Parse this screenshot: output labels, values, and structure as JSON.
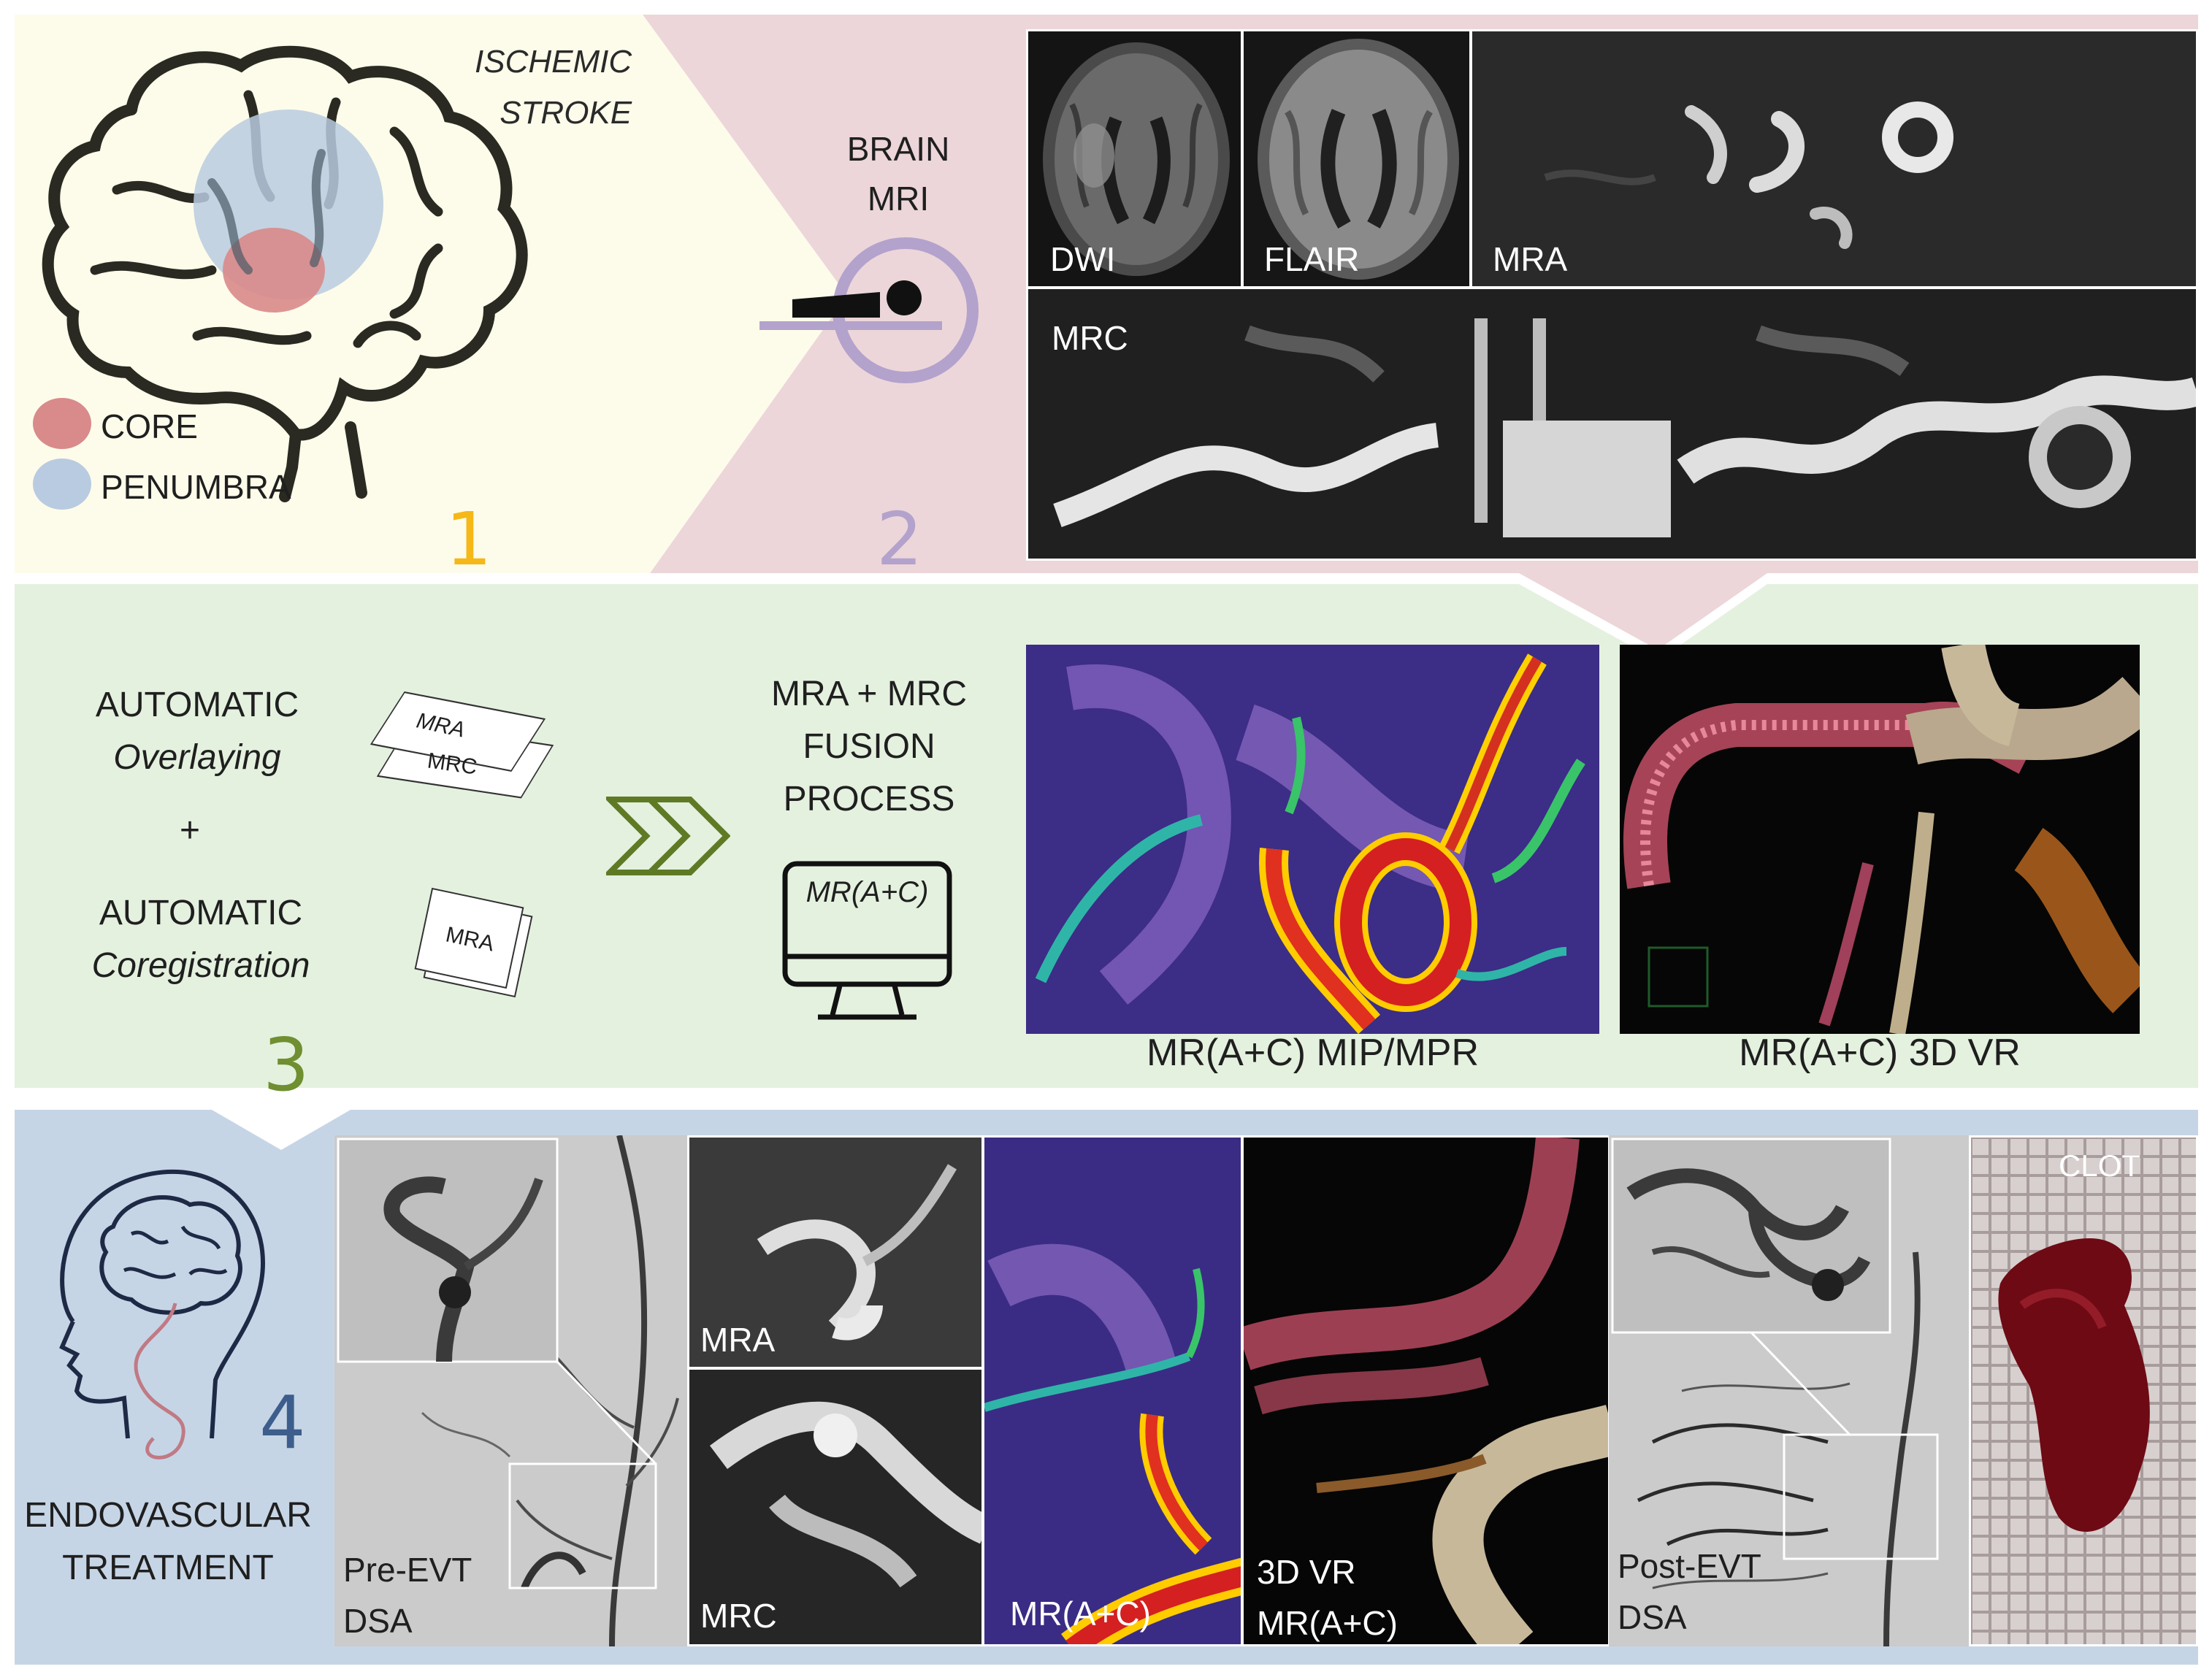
{
  "stage1": {
    "number": "1",
    "title_line1": "ISCHEMIC",
    "title_line2": "STROKE",
    "legend": [
      {
        "label": "CORE",
        "color": "#d98a8a"
      },
      {
        "label": "PENUMBRA",
        "color": "#b9cbe0"
      }
    ]
  },
  "stage2": {
    "number": "2",
    "scanner_line1": "BRAIN",
    "scanner_line2": "MRI",
    "images": {
      "dwi": "DWI",
      "flair": "FLAIR",
      "mra": "MRA",
      "mrc": "MRC"
    }
  },
  "stage3": {
    "number": "3",
    "overlay_line1": "AUTOMATIC",
    "overlay_line2": "Overlaying",
    "plus": "+",
    "coreg_line1": "AUTOMATIC",
    "coreg_line2": "Coregistration",
    "sheet_top": "MRA",
    "sheet_bottom": "MRC",
    "sheet_coreg": "MRA",
    "fusion_line1": "MRA + MRC",
    "fusion_line2": "FUSION",
    "fusion_line3": "PROCESS",
    "monitor_text": "MR(A+C)",
    "caption_mip": "MR(A+C) MIP/MPR",
    "caption_vr": "MR(A+C) 3D VR"
  },
  "stage4": {
    "number": "4",
    "treatment_line1": "ENDOVASCULAR",
    "treatment_line2": "TREATMENT",
    "pre_line1": "Pre-EVT",
    "pre_line2": "DSA",
    "mra": "MRA",
    "mrc": "MRC",
    "fusion": "MR(A+C)",
    "vr_line1": "3D VR",
    "vr_line2": "MR(A+C)",
    "post_line1": "Post-EVT",
    "post_line2": "DSA",
    "clot": "CLOT"
  },
  "colors": {
    "stage1_bg": "#fdfcea",
    "stage2_bg": "#ecd6d9",
    "stage3_bg": "#e4f1df",
    "stage4_bg": "#c6d5e6",
    "num1": "#f5b818",
    "num2": "#b3a2cc",
    "num3": "#6f8f30",
    "num4": "#3d5e8c"
  }
}
